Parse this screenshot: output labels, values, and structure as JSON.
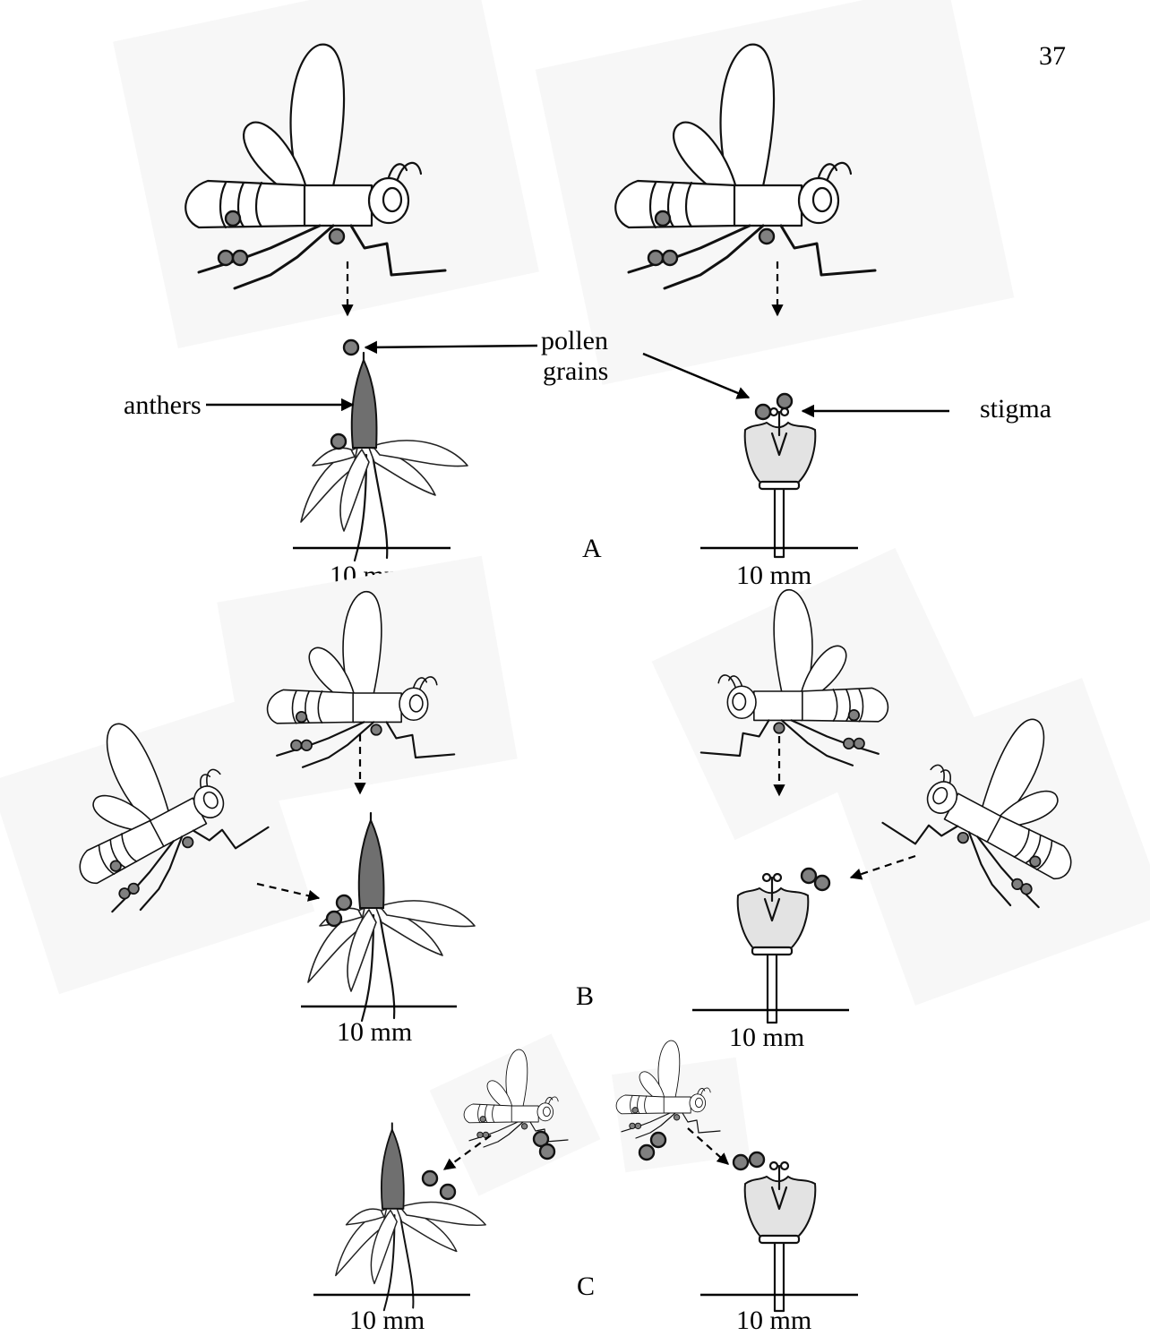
{
  "page_number": "37",
  "labels": {
    "pollen": "pollen",
    "grains": "grains",
    "anthers": "anthers",
    "stigma": "stigma"
  },
  "panels": {
    "a": "A",
    "b": "B",
    "c": "C"
  },
  "scale_bar": "10 mm",
  "icons": [
    "wasp-icon",
    "male-flower-icon",
    "female-flower-icon",
    "pollen-grain-icon"
  ]
}
